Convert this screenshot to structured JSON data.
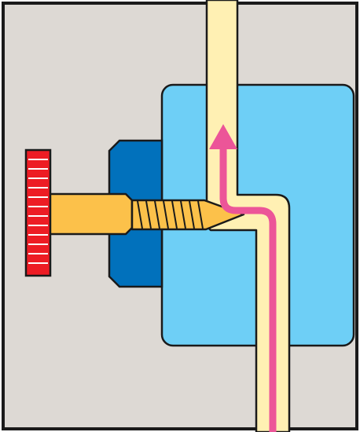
{
  "diagram": {
    "parts": [
      {
        "name": "background-panel",
        "color": "#ddd9d4"
      },
      {
        "name": "valve-body",
        "color": "#6ecff6"
      },
      {
        "name": "bonnet-nut",
        "color": "#0171bc"
      },
      {
        "name": "flow-channel",
        "color": "#fff0b3"
      },
      {
        "name": "needle-stem",
        "color": "#fcc14a"
      },
      {
        "name": "handwheel",
        "color": "#ed1c24"
      },
      {
        "name": "flow-arrow",
        "color": "#ec5598"
      }
    ],
    "outline_color": "#1a1a1a",
    "handwheel_stripe_color": "#ffffff"
  }
}
